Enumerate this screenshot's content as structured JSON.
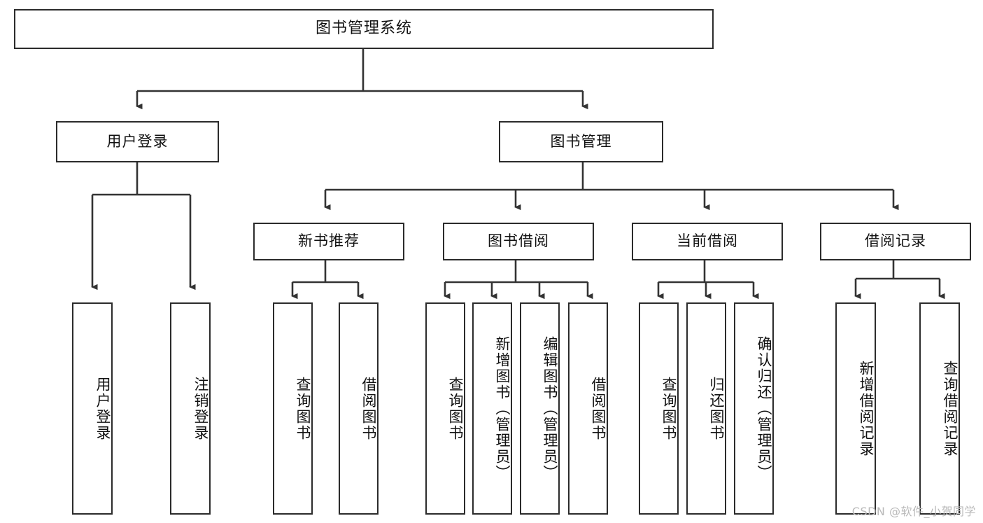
{
  "diagram": {
    "type": "tree-hierarchy-chart",
    "title": "图书管理系统",
    "orientation": "top-down",
    "colors": {
      "box_border": "#2b2b2b",
      "box_fill": "#ffffff",
      "connector": "#333333",
      "text": "#111111",
      "watermark": "#b9b9b9"
    }
  },
  "nodes": {
    "root": {
      "label": "图书管理系统"
    },
    "level1": [
      {
        "label": "用户登录"
      },
      {
        "label": "图书管理"
      }
    ],
    "level2": [
      {
        "label": "新书推荐"
      },
      {
        "label": "图书借阅"
      },
      {
        "label": "当前借阅"
      },
      {
        "label": "借阅记录"
      }
    ],
    "leaves": {
      "user_login": [
        {
          "label": "用户登录"
        },
        {
          "label": "注销登录"
        }
      ],
      "new_book_recommend": [
        {
          "label": "查询图书"
        },
        {
          "label": "借阅图书"
        }
      ],
      "book_borrow": [
        {
          "label": "查询图书"
        },
        {
          "label": "新增图书（管理员）"
        },
        {
          "label": "编辑图书（管理员）"
        },
        {
          "label": "借阅图书"
        }
      ],
      "current_borrow": [
        {
          "label": "查询图书"
        },
        {
          "label": "归还图书"
        },
        {
          "label": "确认归还（管理员）"
        }
      ],
      "borrow_record": [
        {
          "label": "新增借阅记录"
        },
        {
          "label": "查询借阅记录"
        }
      ]
    }
  },
  "watermark": {
    "text": "CSDN @软件_小贺同学"
  }
}
